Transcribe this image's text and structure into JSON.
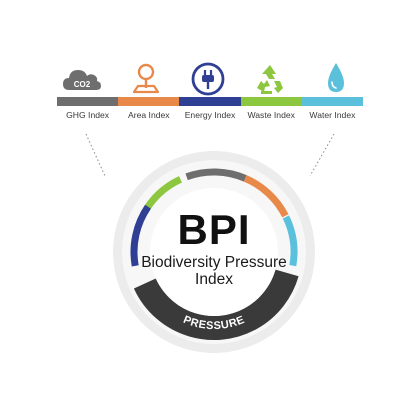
{
  "indices": [
    {
      "label": "GHG Index",
      "color": "#6e6e6e",
      "icon": "co2-cloud-icon",
      "icon_text": "CO2"
    },
    {
      "label": "Area Index",
      "color": "#e8894a",
      "icon": "tree-area-icon"
    },
    {
      "label": "Energy Index",
      "color": "#2f3f93",
      "icon": "power-plug-icon"
    },
    {
      "label": "Waste Index",
      "color": "#8dc63f",
      "icon": "recycle-icon"
    },
    {
      "label": "Water Index",
      "color": "#5bc0dc",
      "icon": "water-drop-icon"
    }
  ],
  "center": {
    "acronym": "BPI",
    "name": "Biodiversity Pressure Index"
  },
  "ring": {
    "pressure_label": "PRESSURE",
    "band_color": "#3a3a3a",
    "outer_color": "#e6e6e6"
  }
}
